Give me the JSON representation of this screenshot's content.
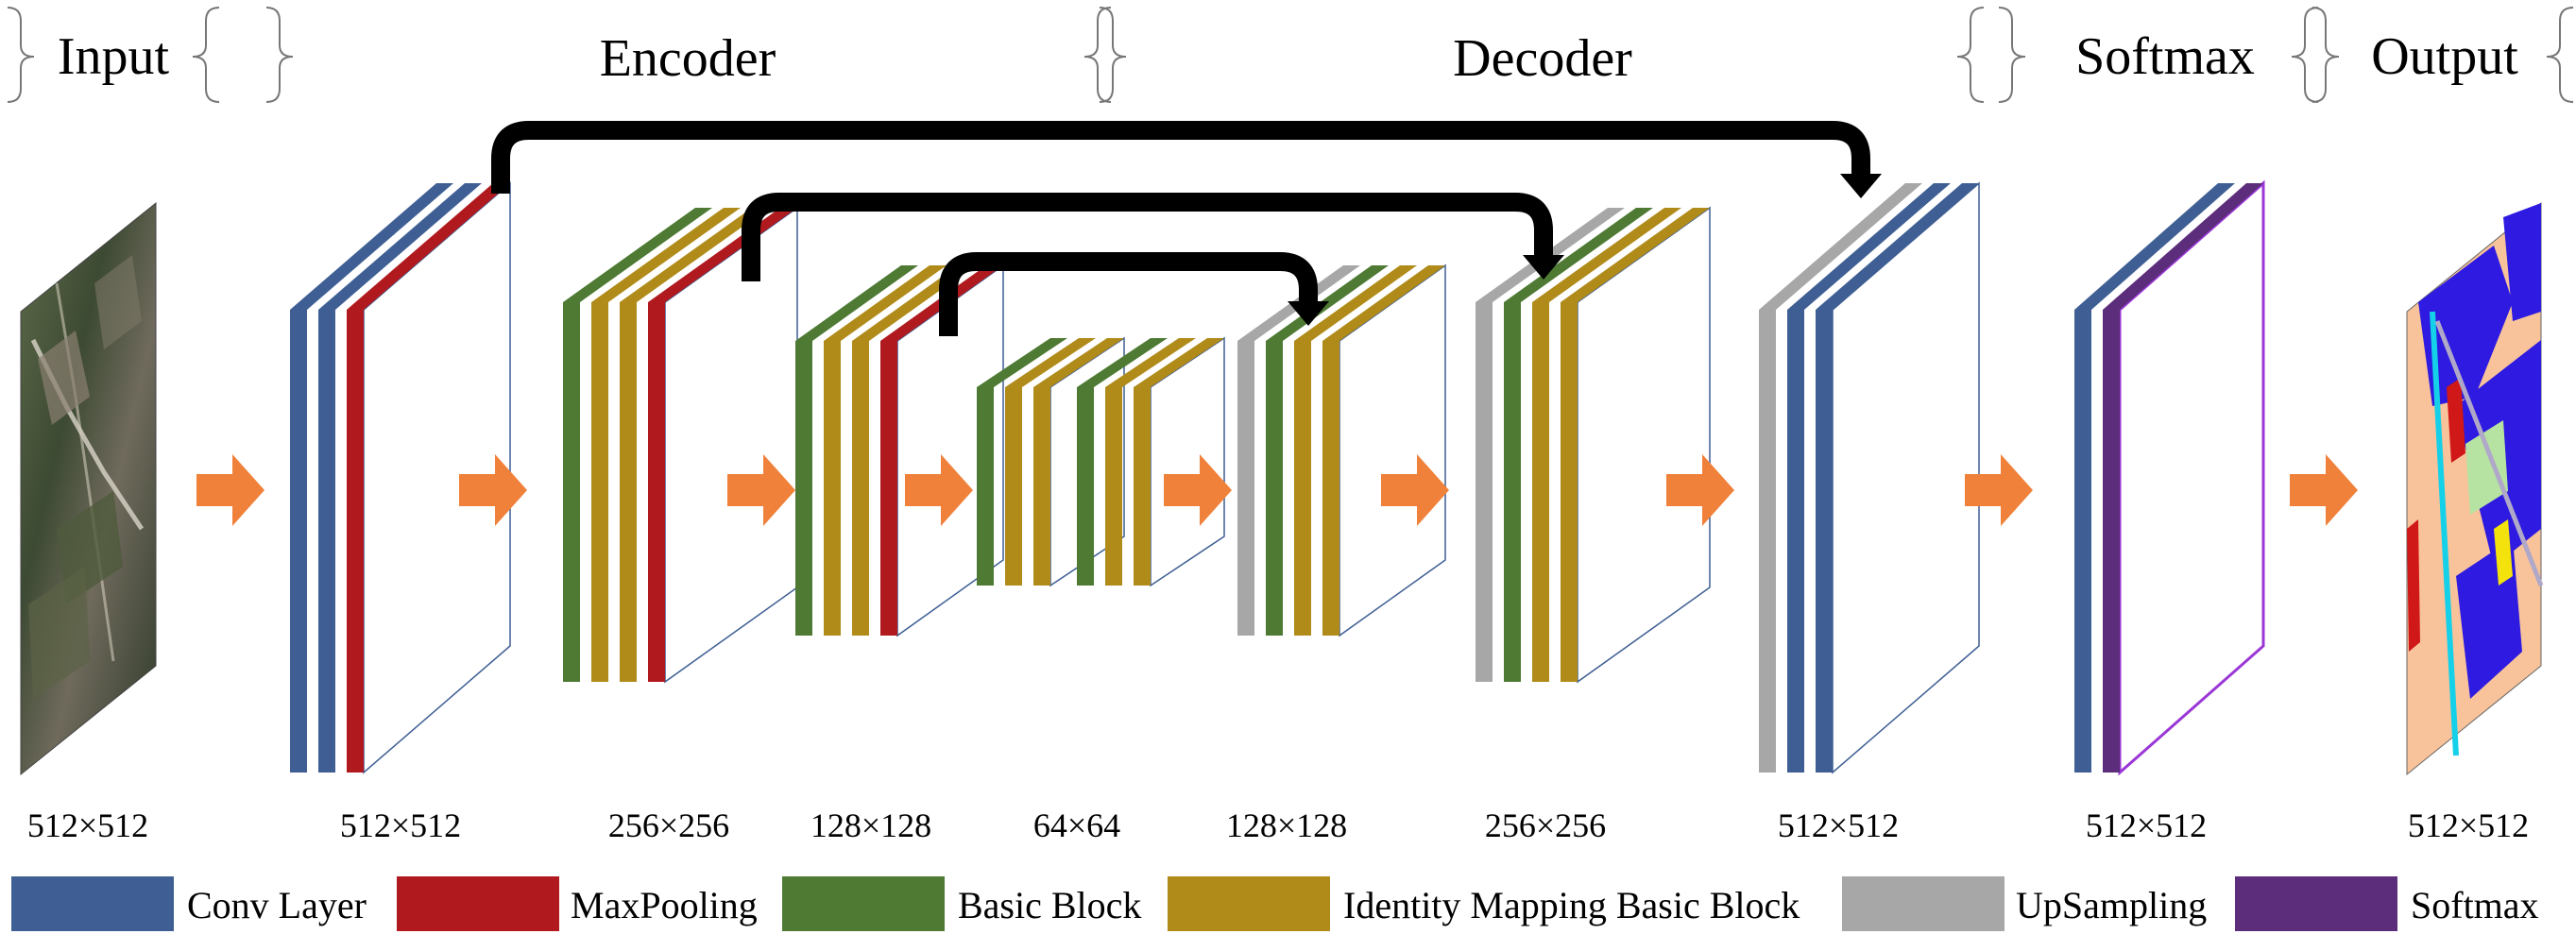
{
  "colors": {
    "conv": "#3F5F94",
    "maxpool": "#B01A1F",
    "basic": "#4E7A33",
    "identity": "#B08B1A",
    "upsample": "#A7A7A7",
    "softmax": "#5C2D7A",
    "softmax_bright": "#9A37D6",
    "arrow": "#F0813A",
    "skip": "#000000",
    "brace": "#777777"
  },
  "sections": {
    "input": "Input",
    "encoder": "Encoder",
    "decoder": "Decoder",
    "softmax": "Softmax",
    "output": "Output"
  },
  "dims": {
    "input": "512×512",
    "enc1": "512×512",
    "enc2": "256×256",
    "enc3": "128×128",
    "bottleneck": "64×64",
    "dec3": "128×128",
    "dec2": "256×256",
    "dec1": "512×512",
    "softmax": "512×512",
    "output": "512×512"
  },
  "legend": {
    "conv": "Conv Layer",
    "maxpool": "MaxPooling",
    "basic": "Basic Block",
    "identity": "Identity Mapping Basic Block",
    "upsample": "UpSampling",
    "softmax": "Softmax"
  },
  "images": {
    "input": "satellite-image",
    "output": "segmentation-map"
  }
}
